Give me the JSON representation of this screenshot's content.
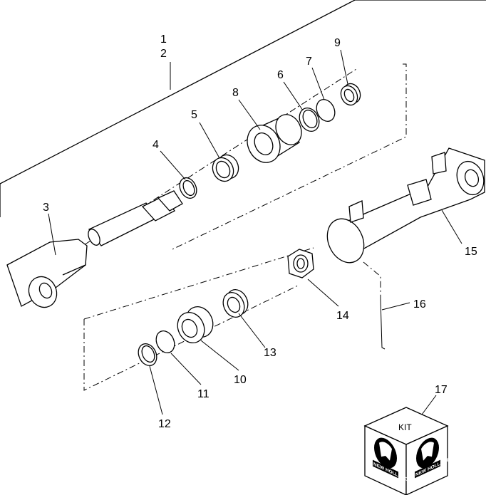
{
  "callouts": {
    "c1": "1",
    "c2": "2",
    "c3": "3",
    "c4": "4",
    "c5": "5",
    "c6": "6",
    "c7": "7",
    "c8": "8",
    "c9": "9",
    "c10": "10",
    "c11": "11",
    "c12": "12",
    "c13": "13",
    "c14": "14",
    "c15": "15",
    "c16": "16",
    "c17": "17"
  },
  "kit": {
    "label": "KIT",
    "logo_text": "NEW HOLLAND"
  }
}
